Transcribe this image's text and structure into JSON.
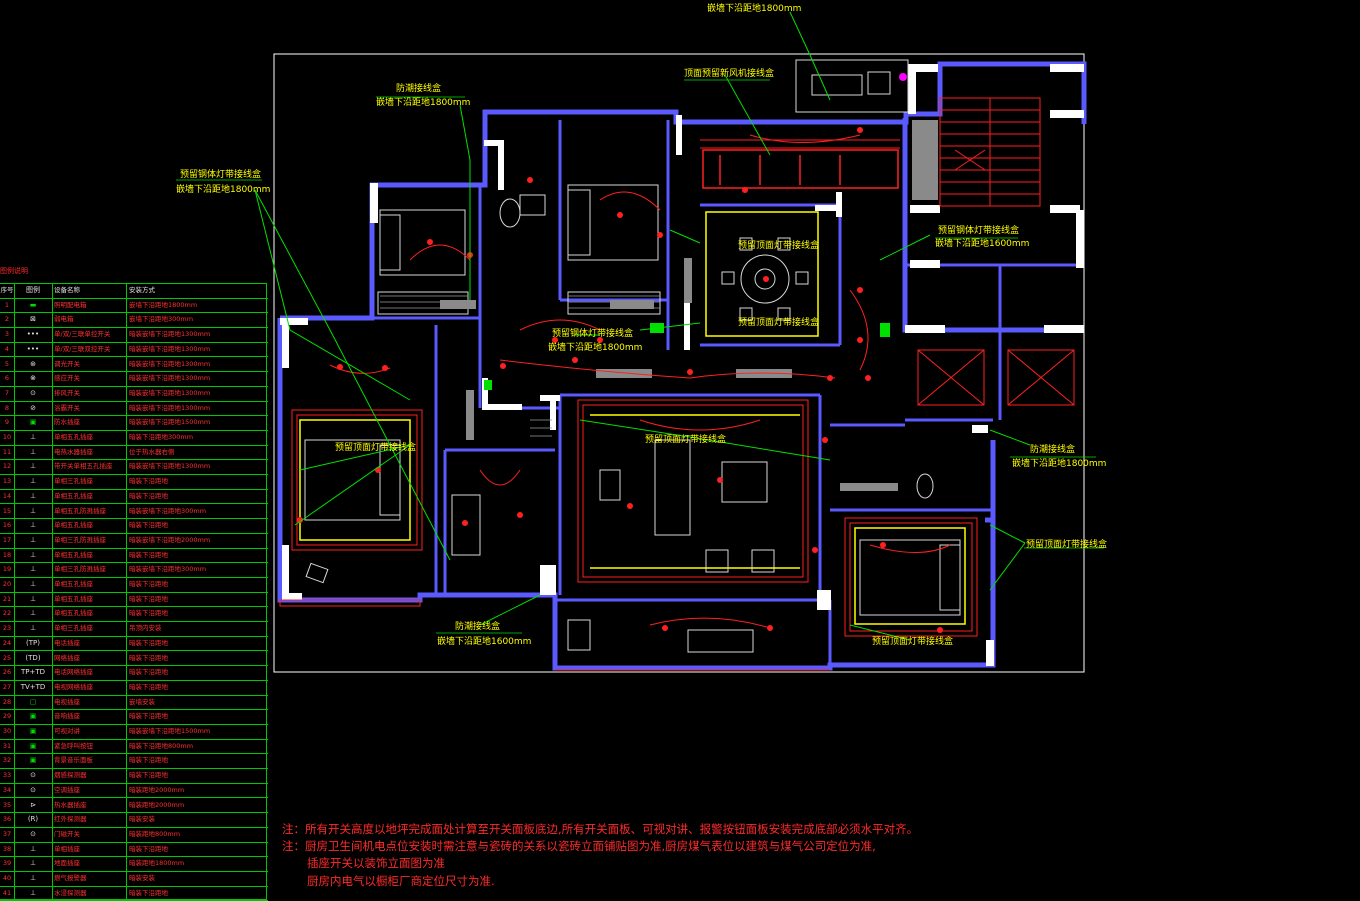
{
  "labels": {
    "l1": "嵌墙下沿距地1800mm",
    "l2": "顶面预留新风机接线盒",
    "l3a": "防潮接线盒",
    "l3b": "嵌墙下沿距地1800mm",
    "l4a": "预留钢体灯带接线盒",
    "l4b": "嵌墙下沿距地1800mm",
    "l5": "预留顶面灯带接线盒",
    "l6": "预留顶面灯带接线盒",
    "l7a": "预留钢体灯带接线盒",
    "l7b": "嵌墙下沿距地1800mm",
    "l8a": "预留钢体灯带接线盒",
    "l8b": "嵌墙下沿距地1600mm",
    "l9": "预留顶面灯带接线盒",
    "l10": "预留顶面灯带接线盒",
    "l11a": "防潮接线盒",
    "l11b": "嵌墙下沿距地1800mm",
    "l12": "预留顶面灯带接线盒",
    "l13a": "防潮接线盒",
    "l13b": "嵌墙下沿距地1600mm",
    "l14": "预留顶面灯带接线盒"
  },
  "legend": {
    "title": "图例说明",
    "headers": [
      "序号",
      "图例",
      "设备名称",
      "安装方式"
    ],
    "rows": [
      {
        "no": "1",
        "symbol": "▬",
        "name": "照明配电箱",
        "method": "嵌墙下沿距地1800mm"
      },
      {
        "no": "2",
        "symbol": "⊠",
        "name": "弱电箱",
        "method": "嵌墙下沿距地300mm"
      },
      {
        "no": "3",
        "symbol": "•••",
        "name": "单/双/三联单控开关",
        "method": "暗装嵌墙下沿距地1300mm"
      },
      {
        "no": "4",
        "symbol": "•••",
        "name": "单/双/三联双控开关",
        "method": "暗装嵌墙下沿距地1300mm"
      },
      {
        "no": "5",
        "symbol": "⊛",
        "name": "调光开关",
        "method": "暗装嵌墙下沿距地1300mm"
      },
      {
        "no": "6",
        "symbol": "⊗",
        "name": "感应开关",
        "method": "暗装嵌墙下沿距地1300mm"
      },
      {
        "no": "7",
        "symbol": "⊙",
        "name": "排风开关",
        "method": "暗装嵌墙下沿距地1300mm"
      },
      {
        "no": "8",
        "symbol": "⊘",
        "name": "浴霸开关",
        "method": "暗装嵌墙下沿距地1300mm"
      },
      {
        "no": "9",
        "symbol": "▣",
        "name": "防水插座",
        "method": "暗装嵌墙下沿距地1500mm"
      },
      {
        "no": "10",
        "symbol": "⊥",
        "name": "单相五孔插座",
        "method": "暗装下沿距地300mm"
      },
      {
        "no": "11",
        "symbol": "⊥",
        "name": "电热水器插座",
        "method": "位于热水器右侧"
      },
      {
        "no": "12",
        "symbol": "⊥",
        "name": "带开关单相五孔插座",
        "method": "暗装嵌墙下沿距地1300mm"
      },
      {
        "no": "13",
        "symbol": "⊥",
        "name": "单相三孔插座",
        "method": "暗装下沿距地"
      },
      {
        "no": "14",
        "symbol": "⊥",
        "name": "单相五孔插座",
        "method": "暗装下沿距地"
      },
      {
        "no": "15",
        "symbol": "⊥",
        "name": "单相五孔防溅插座",
        "method": "暗装嵌墙下沿距地300mm"
      },
      {
        "no": "16",
        "symbol": "⊥",
        "name": "单相五孔插座",
        "method": "暗装下沿距地"
      },
      {
        "no": "17",
        "symbol": "⊥",
        "name": "单相三孔防溅插座",
        "method": "暗装嵌墙下沿距地2000mm"
      },
      {
        "no": "18",
        "symbol": "⊥",
        "name": "单相五孔插座",
        "method": "暗装下沿距地"
      },
      {
        "no": "19",
        "symbol": "⊥",
        "name": "单相三孔防溅插座",
        "method": "暗装嵌墙下沿距地300mm"
      },
      {
        "no": "20",
        "symbol": "⊥",
        "name": "单相五孔插座",
        "method": "暗装下沿距地"
      },
      {
        "no": "21",
        "symbol": "⊥",
        "name": "单相五孔插座",
        "method": "暗装下沿距地"
      },
      {
        "no": "22",
        "symbol": "⊥",
        "name": "单相五孔插座",
        "method": "暗装下沿距地"
      },
      {
        "no": "23",
        "symbol": "⊥",
        "name": "单相三孔插座",
        "method": "吊顶内安装"
      },
      {
        "no": "24",
        "symbol": "(TP)",
        "name": "电话插座",
        "method": "暗装下沿距地"
      },
      {
        "no": "25",
        "symbol": "(TD)",
        "name": "网络插座",
        "method": "暗装下沿距地"
      },
      {
        "no": "26",
        "symbol": "TP+TD",
        "name": "电话网络插座",
        "method": "暗装下沿距地"
      },
      {
        "no": "27",
        "symbol": "TV+TD",
        "name": "电视网络插座",
        "method": "暗装下沿距地"
      },
      {
        "no": "28",
        "symbol": "▢",
        "name": "电视插座",
        "method": "嵌墙安装"
      },
      {
        "no": "29",
        "symbol": "▣",
        "name": "音响插座",
        "method": "暗装下沿距地"
      },
      {
        "no": "30",
        "symbol": "▣",
        "name": "可视对讲",
        "method": "暗装嵌墙下沿距地1500mm"
      },
      {
        "no": "31",
        "symbol": "▣",
        "name": "紧急呼叫按钮",
        "method": "暗装下沿距地800mm"
      },
      {
        "no": "32",
        "symbol": "▣",
        "name": "背景音乐面板",
        "method": "暗装下沿距地"
      },
      {
        "no": "33",
        "symbol": "⊙",
        "name": "烟感探测器",
        "method": "暗装下沿距地"
      },
      {
        "no": "34",
        "symbol": "⊙",
        "name": "空调插座",
        "method": "暗装距地2000mm"
      },
      {
        "no": "35",
        "symbol": "⊳",
        "name": "热水器插座",
        "method": "暗装距地2000mm"
      },
      {
        "no": "36",
        "symbol": "(R)",
        "name": "红外探测器",
        "method": "暗装安装"
      },
      {
        "no": "37",
        "symbol": "⊙",
        "name": "门磁开关",
        "method": "暗装距地800mm"
      },
      {
        "no": "38",
        "symbol": "⊥",
        "name": "单相插座",
        "method": "暗装下沿距地"
      },
      {
        "no": "39",
        "symbol": "⊥",
        "name": "地面插座",
        "method": "暗装距地1800mm"
      },
      {
        "no": "40",
        "symbol": "⊥",
        "name": "燃气报警器",
        "method": "暗装安装"
      },
      {
        "no": "41",
        "symbol": "⊥",
        "name": "水浸探测器",
        "method": "暗装下沿距地"
      }
    ]
  },
  "notes": [
    "注：所有开关高度以地坪完成面处计算至开关面板底边,所有开关面板、可视对讲、报警按钮面板安装完成底部必须水平对齐。",
    "注：厨房卫生间机电点位安装时需注意与瓷砖的关系以瓷砖立面铺贴图为准,厨房煤气表位以建筑与煤气公司定位为准,",
    "插座开关以装饰立面图为准",
    "厨房内电气以橱柜厂商定位尺寸为准."
  ],
  "colors": {
    "background": "#000000",
    "wall_fill": "#5a5aff",
    "wall_white": "#ffffff",
    "leader": "#00e000",
    "circuit": "#ff2020",
    "label": "#ffff00",
    "furniture": "#d8d8d8",
    "note": "#ff2a2a",
    "frame": "#ffffff"
  }
}
